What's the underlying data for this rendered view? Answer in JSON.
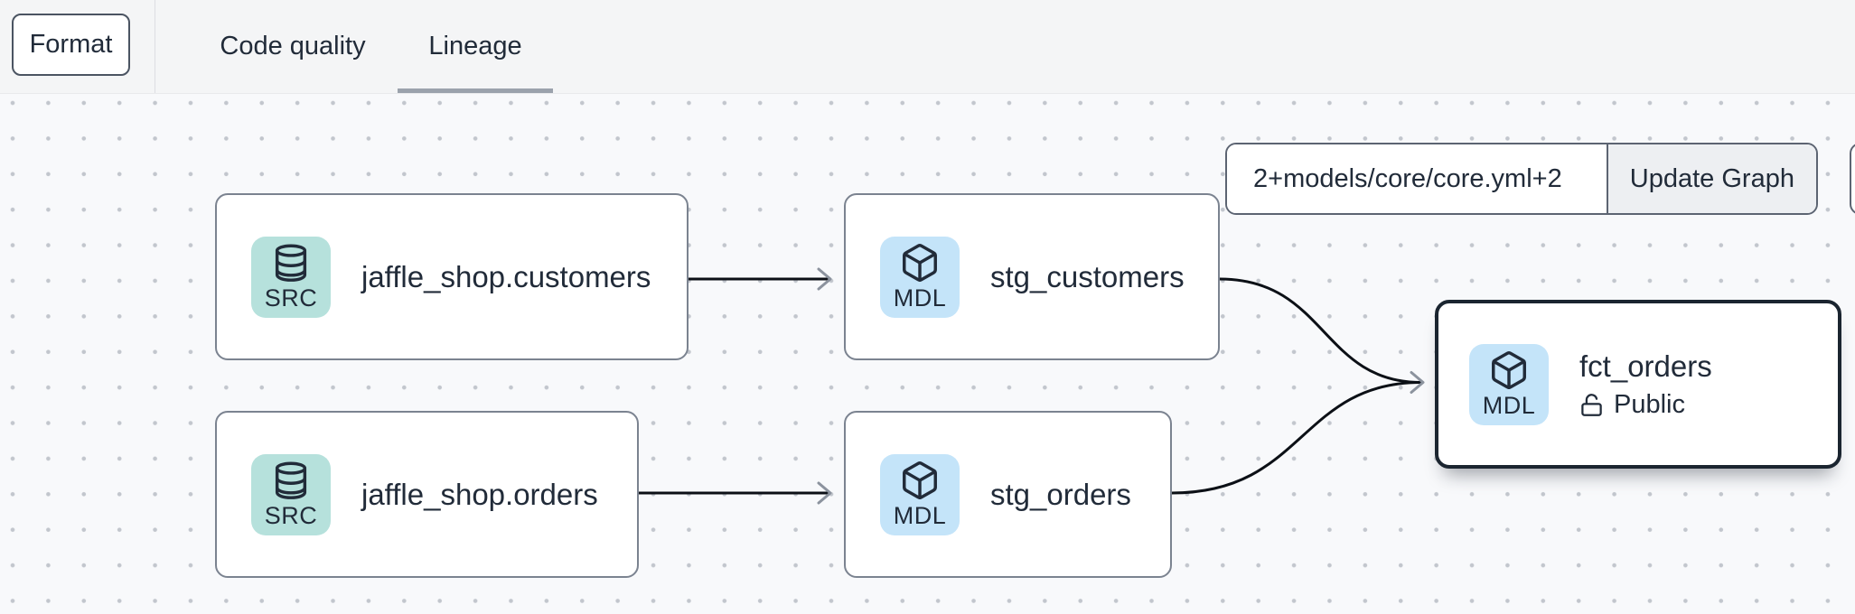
{
  "header": {
    "format_button": "Format",
    "tabs": [
      {
        "label": "Code quality",
        "active": false
      },
      {
        "label": "Lineage",
        "active": true
      }
    ]
  },
  "lineage_toolbar": {
    "selector_input_value": "2+models/core/core.yml+2",
    "update_graph_button": "Update Graph"
  },
  "graph": {
    "nodes": [
      {
        "label": "jaffle_shop.customers",
        "badge": "SRC",
        "type": "source",
        "icon": "database-icon",
        "selected": false
      },
      {
        "label": "stg_customers",
        "badge": "MDL",
        "type": "model",
        "icon": "cube-icon",
        "selected": false
      },
      {
        "label": "jaffle_shop.orders",
        "badge": "SRC",
        "type": "source",
        "icon": "database-icon",
        "selected": false
      },
      {
        "label": "stg_orders",
        "badge": "MDL",
        "type": "model",
        "icon": "cube-icon",
        "selected": false
      },
      {
        "label": "fct_orders",
        "badge": "MDL",
        "type": "model",
        "icon": "cube-icon",
        "access": "Public",
        "access_icon": "unlock-icon",
        "selected": true
      }
    ],
    "edges": [
      {
        "from": "jaffle_shop.customers",
        "to": "stg_customers"
      },
      {
        "from": "jaffle_shop.orders",
        "to": "stg_orders"
      },
      {
        "from": "stg_customers",
        "to": "fct_orders"
      },
      {
        "from": "stg_orders",
        "to": "fct_orders"
      }
    ],
    "edge_arrow_icon": "chevron-right-icon"
  },
  "colors": {
    "source_badge": "#b6e1dc",
    "model_badge": "#c4e4f9",
    "text": "#212b39",
    "node_border": "#7b8390",
    "selected_node_border": "#1b2530",
    "edge": "#0c1016",
    "arrowhead": "#8c939e",
    "canvas_bg": "#f8f9fb",
    "topbar_bg": "#f4f5f6",
    "tab_underline": "#9ba2ac"
  }
}
